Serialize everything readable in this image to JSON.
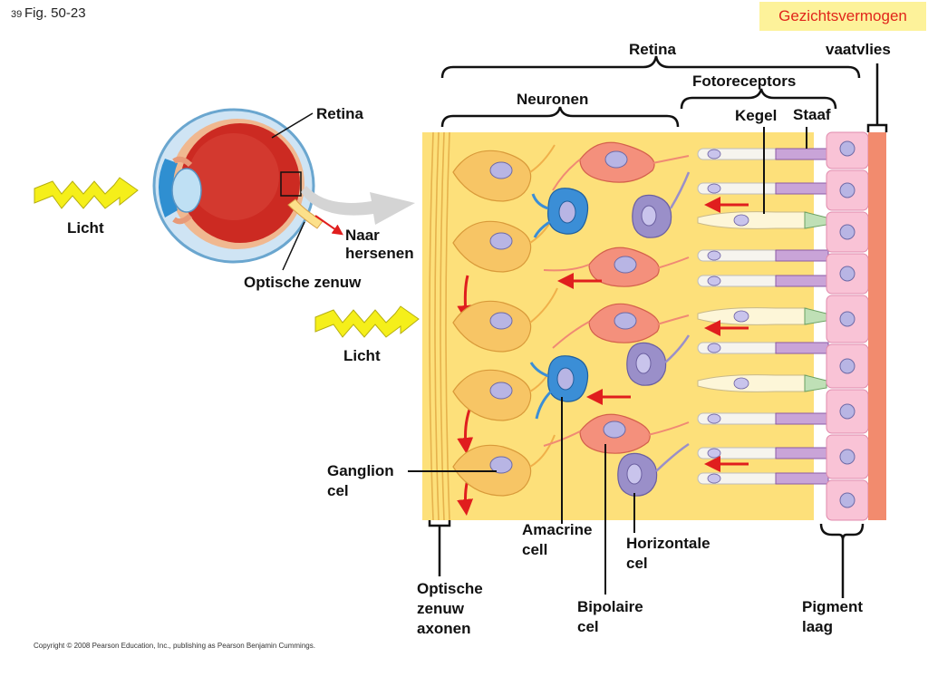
{
  "header": {
    "slide_number": "39",
    "figure_label": "Fig. 50-23",
    "topic": "Gezichtsvermogen"
  },
  "labels": {
    "retina_top": "Retina",
    "vaatvlies": "vaatvlies",
    "fotoreceptors": "Fotoreceptors",
    "neuronen": "Neuronen",
    "kegel": "Kegel",
    "staaf": "Staaf",
    "retina_eye": "Retina",
    "licht_left": "Licht",
    "naar_line1": "Naar",
    "naar_line2": "hersenen",
    "optische_zenuw": "Optische zenuw",
    "licht_center": "Licht",
    "ganglion_line1": "Ganglion",
    "ganglion_line2": "cel",
    "amacrine_line1": "Amacrine",
    "amacrine_line2": "cell",
    "horizontale_line1": "Horizontale",
    "horizontale_line2": "cel",
    "bipolaire_line1": "Bipolaire",
    "bipolaire_line2": "cel",
    "pigment_line1": "Pigment",
    "pigment_line2": "laag",
    "axonen_line1": "Optische",
    "axonen_line2": "zenuw",
    "axonen_line3": "axonen"
  },
  "footer": {
    "copyright": "Copyright © 2008 Pearson Education, Inc., publishing as Pearson Benjamin Cummings."
  },
  "colors": {
    "retina_background": "#fde07a",
    "ganglion_cell": "#f7c565",
    "bipolar_cell": "#f4907c",
    "amacrine_cell": "#3b8ed6",
    "horizontal_cell": "#9a8fc9",
    "pigment_cell": "#f9c3d6",
    "choroid": "#f28b6e",
    "signal_arrow": "#e01e1e",
    "light_bolt": "#f5ef1a"
  }
}
